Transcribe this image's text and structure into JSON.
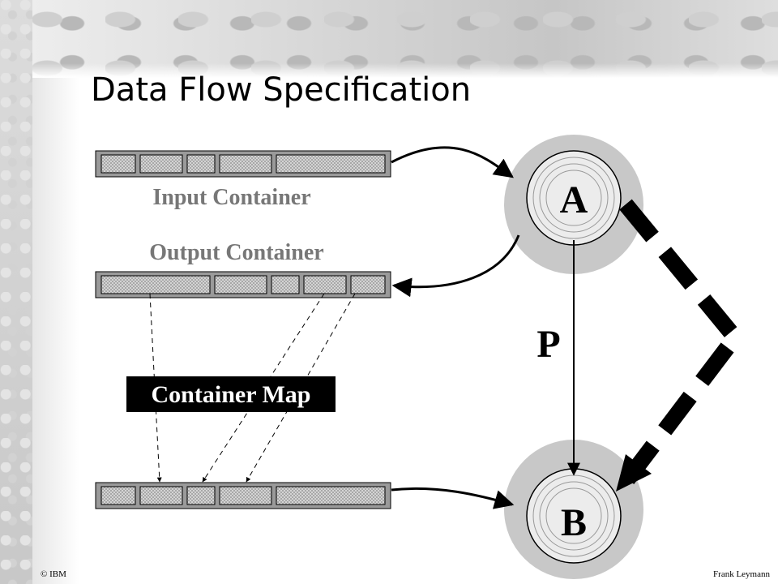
{
  "slide": {
    "title": "Data Flow Specification",
    "footer_left": "© IBM",
    "footer_right": "Frank Leymann"
  },
  "diagram": {
    "input_container_label": "Input Container",
    "output_container_label": "Output Container",
    "container_map_label": "Container Map",
    "node_a_label": "A",
    "node_b_label": "B",
    "edge_label": "P"
  },
  "colors": {
    "node_halo": "#c8c8c8",
    "container_fill": "#bdbdbd",
    "label_gray": "#777777",
    "map_box": "#000000"
  }
}
